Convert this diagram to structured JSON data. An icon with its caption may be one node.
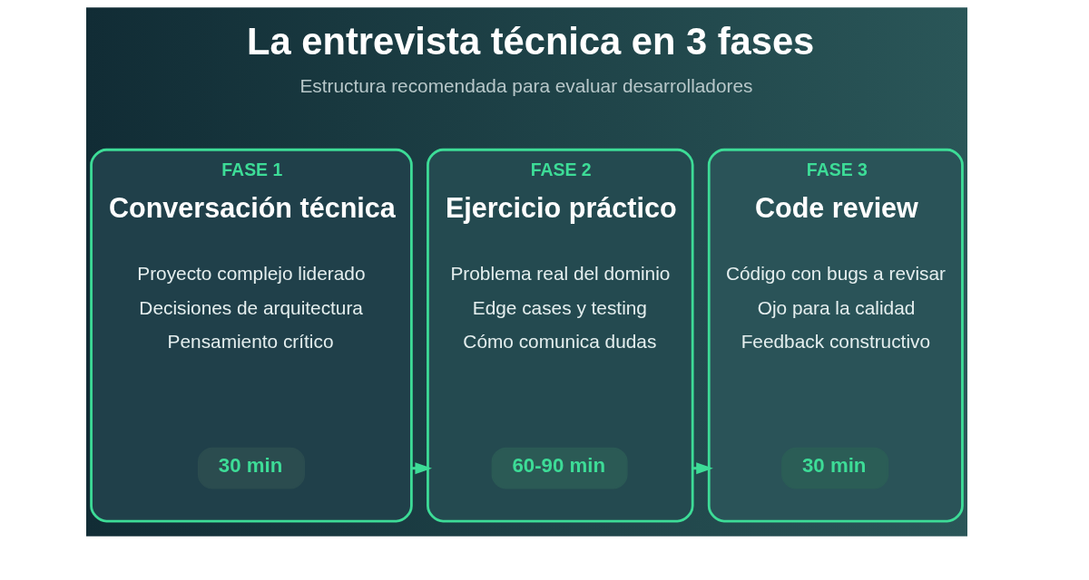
{
  "diagram": {
    "title": "La entrevista técnica en 3 fases",
    "caption": "Estructura recomendada para evaluar desarrolladores",
    "nodes": [
      {
        "text": [
          "FASE 1",
          "Conversación técnica",
          "Proyecto complejo liderado",
          "Decisiones de arquitectura",
          "Pensamiento crítico"
        ]
      },
      {
        "text": [
          "30 min"
        ],
        "in": 0
      },
      {
        "text": [
          "FASE 2",
          "Ejercicio práctico",
          "Problema real del dominio",
          "Edge cases y testing",
          "Cómo comunica dudas"
        ]
      },
      {
        "text": [
          "60-90 min"
        ],
        "in": 2
      },
      {
        "text": [
          "FASE 3",
          "Code review",
          "Código con bugs a revisar",
          "Ojo para la calidad",
          "Feedback constructivo"
        ]
      },
      {
        "text": [
          "30 min"
        ],
        "in": 4
      }
    ],
    "edges": [
      {
        "from": 0,
        "to": 2,
        "arrow": "to"
      },
      {
        "from": 2,
        "to": 4,
        "arrow": "to"
      }
    ]
  }
}
